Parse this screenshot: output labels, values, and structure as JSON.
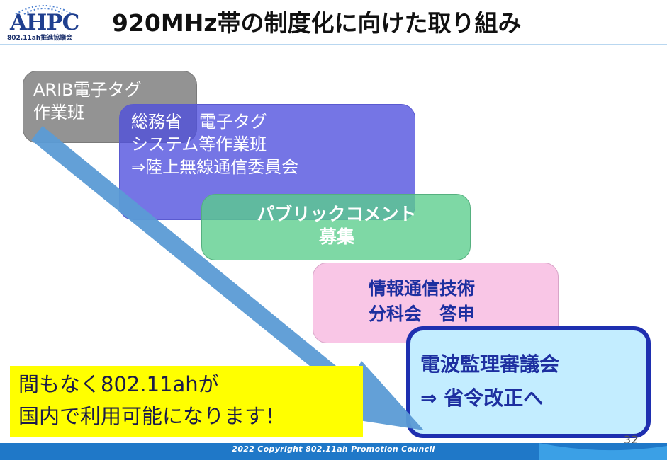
{
  "header": {
    "logo_text": "AHPC",
    "logo_subtitle": "802.11ah推進協議会",
    "title": "920MHz帯の制度化に向けた取り組み"
  },
  "boxes": {
    "arib": [
      "ARIB電子タグ",
      "作業班"
    ],
    "mic": [
      "総務省　電子タグ",
      "システム等作業班",
      "⇒陸上無線通信委員会"
    ],
    "public_comment": [
      "パブリックコメント",
      "募集"
    ],
    "ict_council": [
      "情報通信技術",
      "分科会　答申"
    ],
    "radio_council": [
      "電波監理審議会",
      "⇒ 省令改正へ"
    ]
  },
  "callout": [
    "間もなく802.11ahが",
    "国内で利用可能になります！"
  ],
  "page_number": "32",
  "footer": "2022 Copyright 802.11ah Promotion Council",
  "colors": {
    "arrow": "#5b9bd5",
    "callout_bg": "#ffff00",
    "radio_border": "#1e2fb0",
    "footer_bg": "#1f78c8"
  }
}
